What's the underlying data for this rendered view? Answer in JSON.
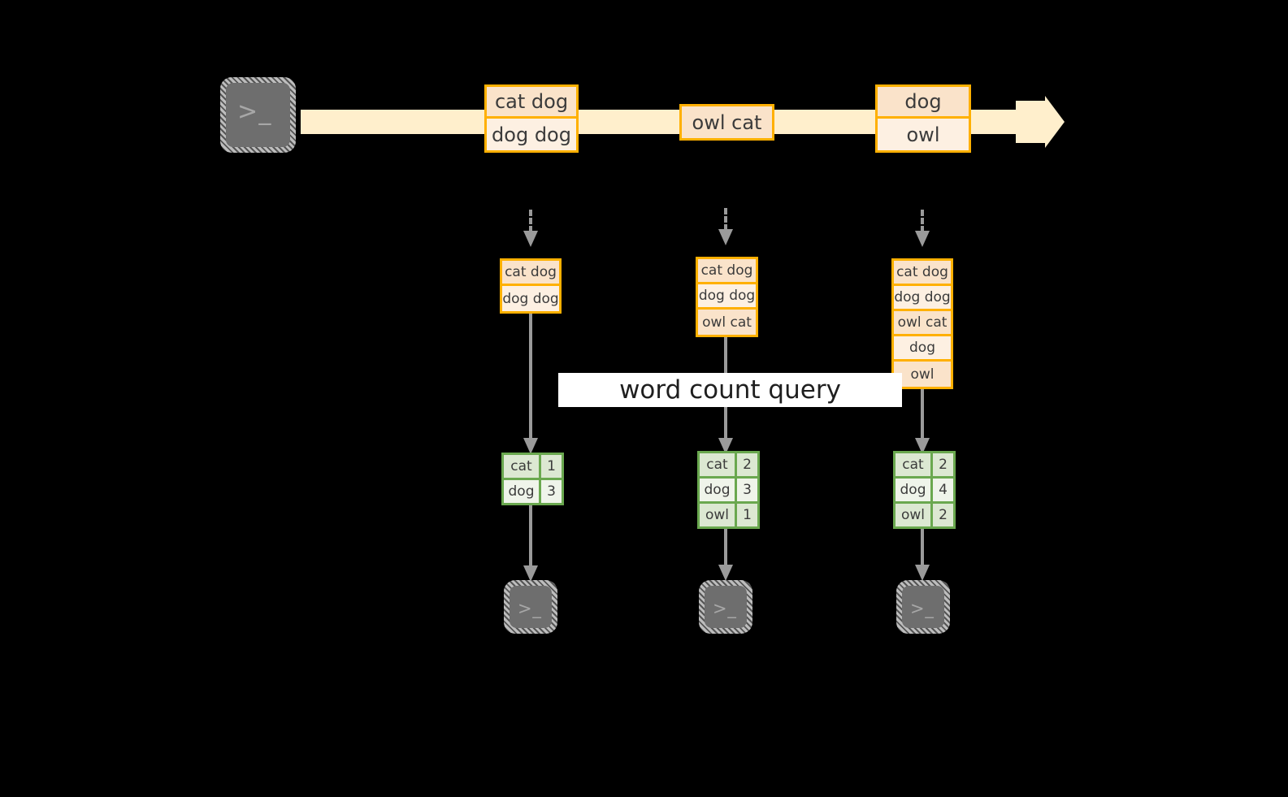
{
  "diagram": {
    "title": "Kafka Streams word count stateful stream processing",
    "colors": {
      "background": "#000000",
      "stream_fill": "#FFEFCC",
      "event_border": "#FFB000",
      "event_fill_dark": "#FAE3CA",
      "event_fill_light": "#FDF0E2",
      "table_border": "#6AA84F",
      "table_fill_dark": "#DCE8D2",
      "table_fill_light": "#EFF4EA",
      "connector": "#9A9A9A",
      "terminal_fill": "#6E6E6E",
      "label_band": "#FFFFFF"
    },
    "source": {
      "icon": "terminal-icon",
      "prompt": ">_"
    },
    "stream": {
      "direction": "left-to-right",
      "events": [
        {
          "id": "event-group-1",
          "lines": [
            {
              "text": "cat dog",
              "shade": "dark"
            },
            {
              "text": "dog dog",
              "shade": "light"
            }
          ]
        },
        {
          "id": "event-group-2",
          "lines": [
            {
              "text": "owl cat",
              "shade": "dark"
            }
          ]
        },
        {
          "id": "event-group-3",
          "lines": [
            {
              "text": "dog",
              "shade": "dark"
            },
            {
              "text": "owl",
              "shade": "light"
            }
          ]
        }
      ]
    },
    "query_label": "word count query",
    "stages": [
      {
        "id": "stage-1",
        "state_rows": [
          {
            "text": "cat dog",
            "shade": "dark"
          },
          {
            "text": "dog dog",
            "shade": "light"
          }
        ],
        "result_rows": [
          {
            "key": "cat",
            "value": "1",
            "shade": "dark"
          },
          {
            "key": "dog",
            "value": "3",
            "shade": "light"
          }
        ],
        "sink": {
          "icon": "terminal-icon",
          "prompt": ">_"
        }
      },
      {
        "id": "stage-2",
        "state_rows": [
          {
            "text": "cat dog",
            "shade": "dark"
          },
          {
            "text": "dog dog",
            "shade": "light"
          },
          {
            "text": "owl cat",
            "shade": "dark"
          }
        ],
        "result_rows": [
          {
            "key": "cat",
            "value": "2",
            "shade": "dark"
          },
          {
            "key": "dog",
            "value": "3",
            "shade": "light"
          },
          {
            "key": "owl",
            "value": "1",
            "shade": "dark"
          }
        ],
        "sink": {
          "icon": "terminal-icon",
          "prompt": ">_"
        }
      },
      {
        "id": "stage-3",
        "state_rows": [
          {
            "text": "cat dog",
            "shade": "dark"
          },
          {
            "text": "dog dog",
            "shade": "light"
          },
          {
            "text": "owl cat",
            "shade": "dark"
          },
          {
            "text": "dog",
            "shade": "light"
          },
          {
            "text": "owl",
            "shade": "dark"
          }
        ],
        "result_rows": [
          {
            "key": "cat",
            "value": "2",
            "shade": "dark"
          },
          {
            "key": "dog",
            "value": "4",
            "shade": "light"
          },
          {
            "key": "owl",
            "value": "2",
            "shade": "dark"
          }
        ],
        "sink": {
          "icon": "terminal-icon",
          "prompt": ">_"
        }
      }
    ]
  }
}
